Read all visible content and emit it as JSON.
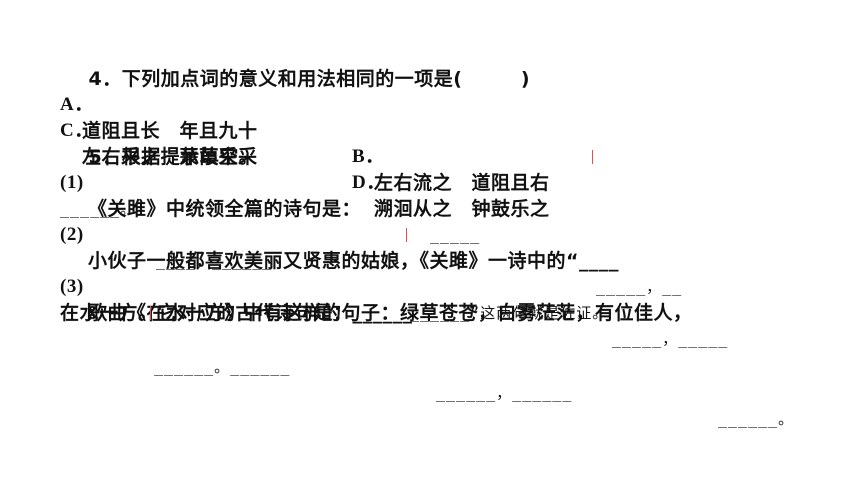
{
  "q4": {
    "stem": "4．下列加点词的意义和用法相同的一项是(　　　)",
    "a_label": "A．",
    "a_text": "道阻且长　年且九十",
    "b_label": "B．",
    "b_text": "左右流之　道阻且右",
    "c_label": "C．",
    "c_text": "左右采之　蒹葭采采",
    "d_label": "D．",
    "d_text": "溯洄从之　钟鼓乐之"
  },
  "q5": {
    "stem": "5．根据提示填空。",
    "p1_num": "(1)",
    "p1_text": "《关雎》中统领全篇的诗句是：",
    "p1_blank1": "_____",
    "p1_blank2": "_____，__",
    "p1_blank3": "______。",
    "p2_num": "(2)",
    "p2_text": "小伙子一般都喜欢美丽又贤惠的姑娘，《关雎》一诗中的“____",
    "p2_blank1": "____，______",
    "p2_blank2": "______”这两句就是佐证。",
    "p3_num": "(3)",
    "p3_text": "歌曲《在水一方》中有这样的句子：绿草苍苍，白雾茫茫，有位佳人，",
    "p3_line2": "在水一方。它对应的古代诗句是：______",
    "p3_blank1": "_____，_____",
    "p3_blank2": "______。______",
    "p3_blank3": "______，______",
    "p3_blank4": "______。"
  }
}
